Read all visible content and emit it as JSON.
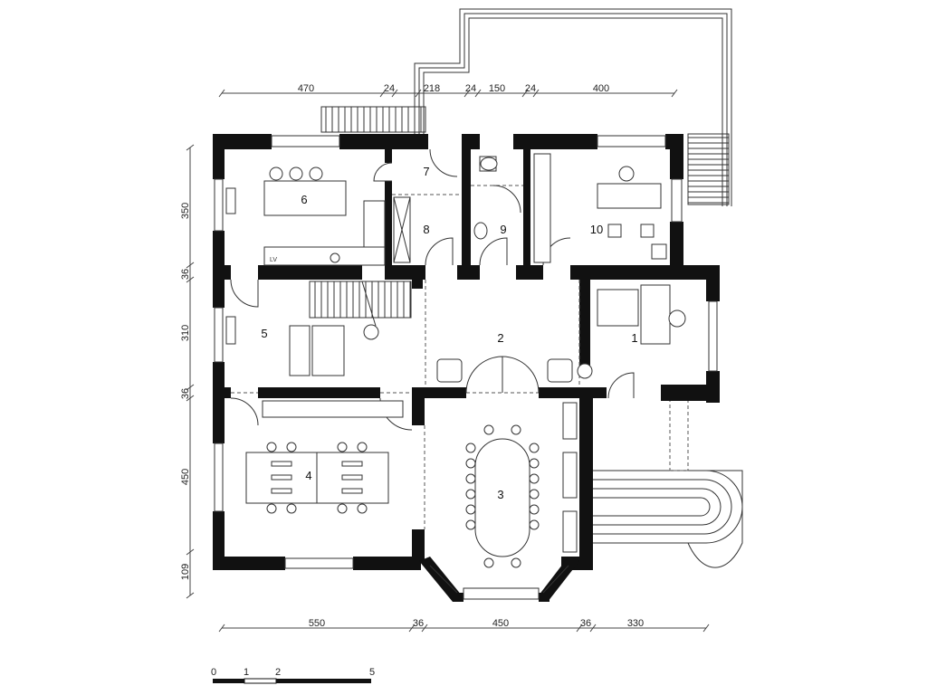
{
  "plan": {
    "rooms": [
      {
        "number": "1"
      },
      {
        "number": "2"
      },
      {
        "number": "3"
      },
      {
        "number": "4"
      },
      {
        "number": "5"
      },
      {
        "number": "6"
      },
      {
        "number": "7"
      },
      {
        "number": "8"
      },
      {
        "number": "9"
      },
      {
        "number": "10"
      }
    ],
    "annotation_lv": "LV",
    "dimensions_top": [
      "470",
      "24",
      "218",
      "24",
      "150",
      "24",
      "400"
    ],
    "dimensions_left": [
      "350",
      "36",
      "310",
      "36",
      "450",
      "109"
    ],
    "dimensions_bottom": [
      "550",
      "36",
      "450",
      "36",
      "330"
    ],
    "scale_bar": [
      "0",
      "1",
      "2",
      "5"
    ]
  }
}
